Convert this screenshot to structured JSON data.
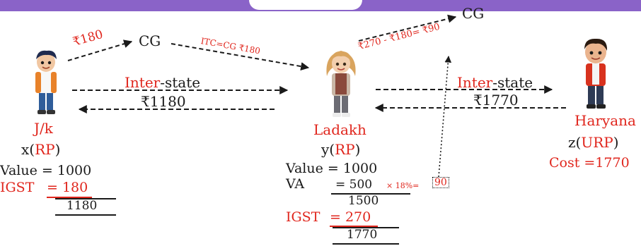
{
  "flow1": {
    "amount": "₹180",
    "cg": "CG",
    "itc": "ITC=CG ₹180"
  },
  "flow2": {
    "cg": "CG",
    "calc": "₹270 - ₹180= ₹90"
  },
  "trans1": {
    "inter": "Inter",
    "state": "-state",
    "amount": "₹1180"
  },
  "trans2": {
    "inter": "Inter",
    "state": "-state",
    "amount": "₹1770"
  },
  "x": {
    "state": "J/k",
    "label_prefix": "x(",
    "type": "RP",
    "label_suffix": ")",
    "value_line": "Value = 1000",
    "igst_label": "IGST",
    "igst_eq": "= 180",
    "total": "1180"
  },
  "y": {
    "state": "Ladakh",
    "label_prefix": "y(",
    "type": "RP",
    "label_suffix": ")",
    "value_line": "Value = 1000",
    "va_label": "VA",
    "va_eq": "= 500",
    "va_calc": "× 18%=",
    "va_tax": "90",
    "subtotal": "1500",
    "igst_label": "IGST",
    "igst_eq": "= 270",
    "total": "1770"
  },
  "z": {
    "state": "Haryana",
    "label_prefix": "z(",
    "type": "URP",
    "label_suffix": ")",
    "cost": "Cost =1770"
  },
  "colors": {
    "red": "#e0261d",
    "topbar": "#8a63c8",
    "line": "#1a1a1a"
  }
}
